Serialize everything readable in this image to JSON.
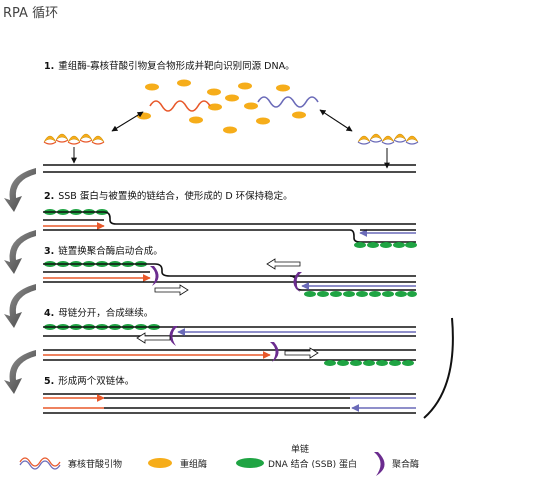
{
  "title": "RPA 循环",
  "steps": [
    {
      "number": "1.",
      "text": "重组酶-寡核苷酸引物复合物形成并靶向识别同源 DNA。"
    },
    {
      "number": "2.",
      "text": "SSB 蛋白与被置换的链结合，使形成的 D 环保持稳定。"
    },
    {
      "number": "3.",
      "text": "链置换聚合酶启动合成。"
    },
    {
      "number": "4.",
      "text": "母链分开，合成继续。"
    },
    {
      "number": "5.",
      "text": "形成两个双链体。"
    }
  ],
  "legend": {
    "primer": "寡核苷酸引物",
    "recombinase": "重组酶",
    "ssb_line1": "单链",
    "ssb_line2": "DNA 结合 (SSB) 蛋白",
    "polymerase": "聚合酶"
  },
  "colors": {
    "primer_left": "#e8582a",
    "primer_right": "#6a6ab8",
    "recombinase": "#f6ad1a",
    "ssb": "#1fa443",
    "polymerase": "#6b2c8f",
    "dna": "#111111",
    "cycle_arrow": "#555555"
  },
  "icons": [
    "curved-cycle-arrow",
    "hollow-double-arrow",
    "polymerase-crescent"
  ]
}
